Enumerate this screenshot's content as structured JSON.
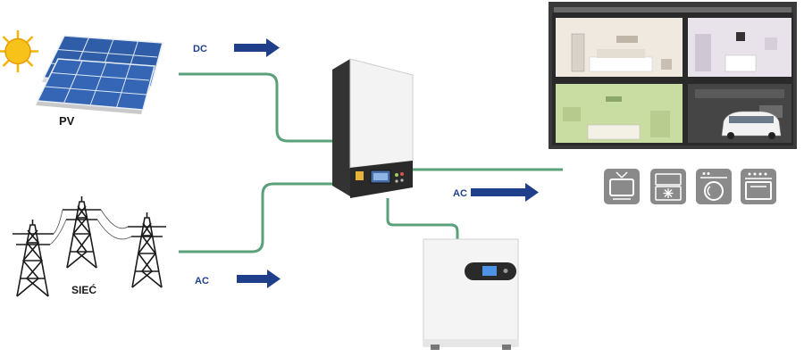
{
  "labels": {
    "pv": "PV",
    "grid": "SIEĆ",
    "dc_flow": "DC",
    "ac_grid_flow": "AC",
    "ac_out_flow": "AC"
  },
  "colors": {
    "cable": "#5aa07a",
    "arrow": "#1f3f8a",
    "panel": "#2f5da8",
    "sun": "#f5b400",
    "inverter_body": "#f2f2f2",
    "inverter_dark": "#2a2a2a",
    "battery_body": "#f4f4f4",
    "appliance": "#8a8a8a"
  },
  "icons": {
    "solar": "solar-panel-icon",
    "sun": "sun-icon",
    "grid": "power-tower-icon",
    "inverter": "inverter-icon",
    "battery": "battery-icon",
    "house": "house-icon",
    "appliances": [
      "tv-icon",
      "fridge-icon",
      "washing-machine-icon",
      "oven-icon"
    ]
  }
}
